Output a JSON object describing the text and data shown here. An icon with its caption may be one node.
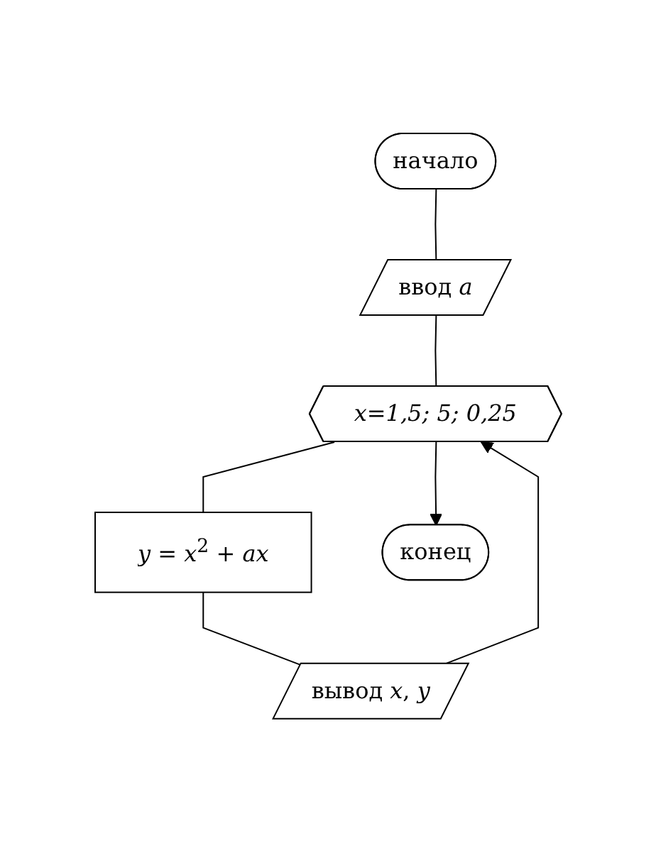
{
  "diagram": {
    "nodes": [
      {
        "text": [
          "начало"
        ]
      },
      {
        "text": [
          "ввод *a*"
        ]
      },
      {
        "text": [
          "*x=1,5; 5; 0,25*"
        ]
      },
      {
        "text": [
          "*y* = *x*$^{2}$ + *ax*"
        ]
      },
      {
        "text": [
          "вывод *x*, *y*"
        ]
      },
      {
        "text": [
          "конец"
        ]
      }
    ],
    "edges": [
      {
        "from": 0,
        "to": 1,
        "arrow": "none"
      },
      {
        "from": 1,
        "to": 2,
        "arrow": "none"
      },
      {
        "from": 2,
        "to": 3,
        "arrow": "none"
      },
      {
        "from": 3,
        "to": 4,
        "arrow": "none"
      },
      {
        "from": 4,
        "to": 2,
        "arrow": "to"
      },
      {
        "from": 2,
        "to": 5,
        "arrow": "to"
      }
    ]
  }
}
